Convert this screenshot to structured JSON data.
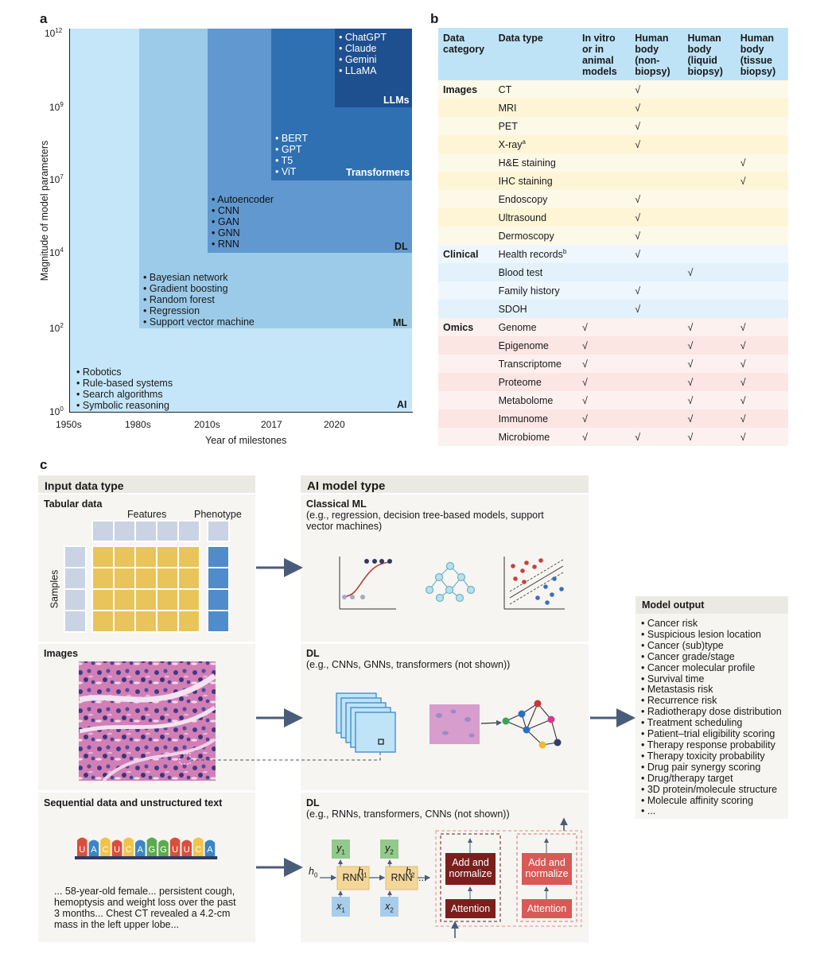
{
  "panel_a": {
    "label": "a",
    "ylabel": "Magnitude of model parameters",
    "xlabel": "Year of milestones",
    "x_ticks": [
      "1950s",
      "1980s",
      "2010s",
      "2017",
      "2020"
    ],
    "y_ticks": [
      {
        "base": "10",
        "exp": "0"
      },
      {
        "base": "10",
        "exp": "2"
      },
      {
        "base": "10",
        "exp": "4"
      },
      {
        "base": "10",
        "exp": "7"
      },
      {
        "base": "10",
        "exp": "9"
      },
      {
        "base": "10",
        "exp": "12"
      }
    ],
    "regions": [
      {
        "name": "AI",
        "start": "1950s",
        "min_params": "10^0",
        "max_params": "10^12",
        "color": "#c4e6f8",
        "items": [
          "Robotics",
          "Rule-based systems",
          "Search algorithms",
          "Symbolic reasoning"
        ]
      },
      {
        "name": "ML",
        "start": "1980s",
        "min_params": "10^2",
        "max_params": "10^12",
        "color": "#9ccbe9",
        "items": [
          "Bayesian network",
          "Gradient boosting",
          "Random forest",
          "Regression",
          "Support vector machine"
        ]
      },
      {
        "name": "DL",
        "start": "2010s",
        "min_params": "10^4",
        "max_params": "10^12",
        "color": "#6098cf",
        "items": [
          "Autoencoder",
          "CNN",
          "GAN",
          "GNN",
          "RNN"
        ]
      },
      {
        "name": "Transformers",
        "start": "2017",
        "min_params": "10^7",
        "max_params": "10^12",
        "color": "#2f70b3",
        "items": [
          "BERT",
          "GPT",
          "T5",
          "ViT"
        ]
      },
      {
        "name": "LLMs",
        "start": "2020",
        "min_params": "10^9",
        "max_params": "10^12",
        "color": "#1e4f8f",
        "items": [
          "ChatGPT",
          "Claude",
          "Gemini",
          "LLaMA"
        ]
      }
    ]
  },
  "panel_b": {
    "label": "b",
    "headers": [
      "Data category",
      "Data type",
      "In vitro or in animal models",
      "Human body (non-biopsy)",
      "Human body (liquid biopsy)",
      "Human body (tissue biopsy)"
    ],
    "header_lines": [
      [
        "Data",
        "category"
      ],
      [
        "Data type"
      ],
      [
        "In vitro",
        "or in",
        "animal",
        "models"
      ],
      [
        "Human",
        "body",
        "(non-",
        "biopsy)"
      ],
      [
        "Human",
        "body",
        "(liquid",
        "biopsy)"
      ],
      [
        "Human",
        "body",
        "(tissue",
        "biopsy)"
      ]
    ],
    "check_mark": "√",
    "rows": [
      {
        "category": "Images",
        "type": "CT",
        "sup": "",
        "group": "img",
        "checks": [
          false,
          true,
          false,
          false
        ]
      },
      {
        "category": "",
        "type": "MRI",
        "sup": "",
        "group": "img",
        "checks": [
          false,
          true,
          false,
          false
        ]
      },
      {
        "category": "",
        "type": "PET",
        "sup": "",
        "group": "img",
        "checks": [
          false,
          true,
          false,
          false
        ]
      },
      {
        "category": "",
        "type": "X-ray",
        "sup": "a",
        "group": "img",
        "checks": [
          false,
          true,
          false,
          false
        ]
      },
      {
        "category": "",
        "type": "H&E staining",
        "sup": "",
        "group": "img",
        "checks": [
          false,
          false,
          false,
          true
        ]
      },
      {
        "category": "",
        "type": "IHC staining",
        "sup": "",
        "group": "img",
        "checks": [
          false,
          false,
          false,
          true
        ]
      },
      {
        "category": "",
        "type": "Endoscopy",
        "sup": "",
        "group": "img",
        "checks": [
          false,
          true,
          false,
          false
        ]
      },
      {
        "category": "",
        "type": "Ultrasound",
        "sup": "",
        "group": "img",
        "checks": [
          false,
          true,
          false,
          false
        ]
      },
      {
        "category": "",
        "type": "Dermoscopy",
        "sup": "",
        "group": "img",
        "checks": [
          false,
          true,
          false,
          false
        ]
      },
      {
        "category": "Clinical",
        "type": "Health records",
        "sup": "b",
        "group": "cli",
        "checks": [
          false,
          true,
          false,
          false
        ]
      },
      {
        "category": "",
        "type": "Blood test",
        "sup": "",
        "group": "cli",
        "checks": [
          false,
          false,
          true,
          false
        ]
      },
      {
        "category": "",
        "type": "Family history",
        "sup": "",
        "group": "cli",
        "checks": [
          false,
          true,
          false,
          false
        ]
      },
      {
        "category": "",
        "type": "SDOH",
        "sup": "",
        "group": "cli",
        "checks": [
          false,
          true,
          false,
          false
        ]
      },
      {
        "category": "Omics",
        "type": "Genome",
        "sup": "",
        "group": "omi",
        "checks": [
          true,
          false,
          true,
          true
        ]
      },
      {
        "category": "",
        "type": "Epigenome",
        "sup": "",
        "group": "omi",
        "checks": [
          true,
          false,
          true,
          true
        ]
      },
      {
        "category": "",
        "type": "Transcriptome",
        "sup": "",
        "group": "omi",
        "checks": [
          true,
          false,
          true,
          true
        ]
      },
      {
        "category": "",
        "type": "Proteome",
        "sup": "",
        "group": "omi",
        "checks": [
          true,
          false,
          true,
          true
        ]
      },
      {
        "category": "",
        "type": "Metabolome",
        "sup": "",
        "group": "omi",
        "checks": [
          true,
          false,
          true,
          true
        ]
      },
      {
        "category": "",
        "type": "Immunome",
        "sup": "",
        "group": "omi",
        "checks": [
          true,
          false,
          true,
          true
        ]
      },
      {
        "category": "",
        "type": "Microbiome",
        "sup": "",
        "group": "omi",
        "checks": [
          true,
          true,
          true,
          true
        ]
      }
    ]
  },
  "panel_c": {
    "label": "c",
    "input_header": "Input data type",
    "model_header": "AI model type",
    "output_header": "Model output",
    "tabular": {
      "title": "Tabular data",
      "features": "Features",
      "phenotype": "Phenotype",
      "samples": "Samples"
    },
    "images": {
      "title": "Images"
    },
    "sequential": {
      "title": "Sequential data and unstructured text",
      "sequence": [
        "U",
        "A",
        "C",
        "U",
        "C",
        "A",
        "G",
        "G",
        "U",
        "U",
        "C",
        "A"
      ],
      "text_lines": [
        "... 58-year-old female... persistent cough,",
        "hemoptysis and weight loss over the past",
        "3 months... Chest CT revealed a 4.2-cm",
        "mass in the left upper lobe..."
      ]
    },
    "classical_ml": {
      "title": "Classical ML",
      "desc_lines": [
        "(e.g., regression, decision tree-based models, support",
        "vector machines)"
      ]
    },
    "dl_images": {
      "title": "DL",
      "desc": "(e.g., CNNs, GNNs, transformers (not shown))"
    },
    "dl_seq": {
      "title": "DL",
      "desc": "(e.g., RNNs, transformers, CNNs (not shown))",
      "rnn_label": "RNN",
      "h0": "h",
      "h0_sub": "0",
      "h1": "h",
      "h1_sub": "1",
      "h2": "h",
      "h2_sub": "2",
      "ellipsis": "...",
      "y1": "y",
      "y1_sub": "1",
      "y2": "y",
      "y2_sub": "2",
      "x1": "x",
      "x1_sub": "1",
      "x2": "x",
      "x2_sub": "2",
      "add_norm_lines": [
        "Add and",
        "normalize"
      ],
      "attention": "Attention"
    },
    "outputs": [
      "Cancer risk",
      "Suspicious lesion location",
      "Cancer (sub)type",
      "Cancer grade/stage",
      "Cancer molecular profile",
      "Survival time",
      "Metastasis risk",
      "Recurrence risk",
      "Radiotherapy dose distribution",
      "Treatment scheduling",
      "Patient–trial eligibility scoring",
      "Therapy response probability",
      "Therapy toxicity probability",
      "Drug pair synergy scoring",
      "Drug/therapy target",
      "3D protein/molecule structure",
      "Molecule affinity scoring",
      "..."
    ],
    "colors": {
      "feature_yellow": "#e8c45a",
      "pheno_blue": "#4f8cc9",
      "grid_blue": "#c9d3e3",
      "arrow": "#4a5d78",
      "dark_red": "#7a1f1d",
      "light_red": "#d75a57",
      "rnn_box": "#f3d79a",
      "y_box": "#93c98a",
      "x_box": "#a8cdea"
    }
  }
}
